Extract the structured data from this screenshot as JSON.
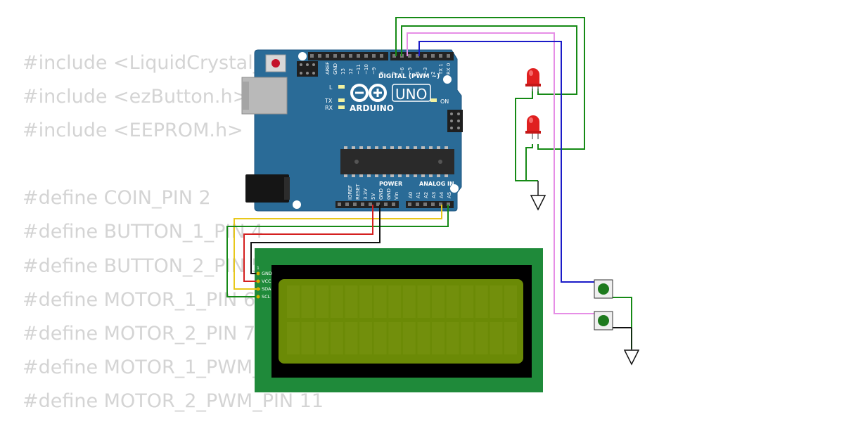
{
  "code_lines": [
    "#include <LiquidCrystal_I2C.h>",
    "#include <ezButton.h>",
    "#include <EEPROM.h>",
    "",
    "#define COIN_PIN 2",
    "#define BUTTON_1_PIN 4",
    "#define BUTTON_2_PIN 5",
    "#define MOTOR_1_PIN 6",
    "#define MOTOR_2_PIN 7",
    "#define MOTOR_1_PWM_PIN 10",
    "#define MOTOR_2_PWM_PIN 11"
  ],
  "arduino": {
    "logo": "ARDUINO",
    "model": "UNO",
    "digital_label": "DIGITAL (PWM ~)",
    "power_label": "POWER",
    "analog_label": "ANALOG IN",
    "on_label": "ON",
    "led_labels": [
      "L",
      "TX",
      "RX"
    ],
    "top_pins": [
      "AREF",
      "GND",
      "13",
      "12",
      "~11",
      "~10",
      "~9",
      "8",
      "7",
      "~6",
      "~5",
      "4",
      "~3",
      "2",
      "TX 1",
      "RX 0"
    ],
    "power_pins": [
      "IOREF",
      "RESET",
      "3.3V",
      "5V",
      "GND",
      "GND",
      "Vin"
    ],
    "analog_pins": [
      "A0",
      "A1",
      "A2",
      "A3",
      "A4",
      "A5"
    ]
  },
  "lcd": {
    "pin_labels": [
      "GND",
      "VCC",
      "SDA",
      "SCL"
    ],
    "pin_number": "1"
  },
  "colors": {
    "board": "#2a6b97",
    "wire_green": "#168a16",
    "wire_blue": "#1b1bc8",
    "wire_pink": "#e68ee6",
    "wire_red": "#d42020",
    "wire_yellow": "#e8c81a",
    "wire_black": "#111111",
    "lcd_pcb": "#1f8a3a",
    "lcd_screen": "#6b8a06",
    "led": "#e02020"
  }
}
